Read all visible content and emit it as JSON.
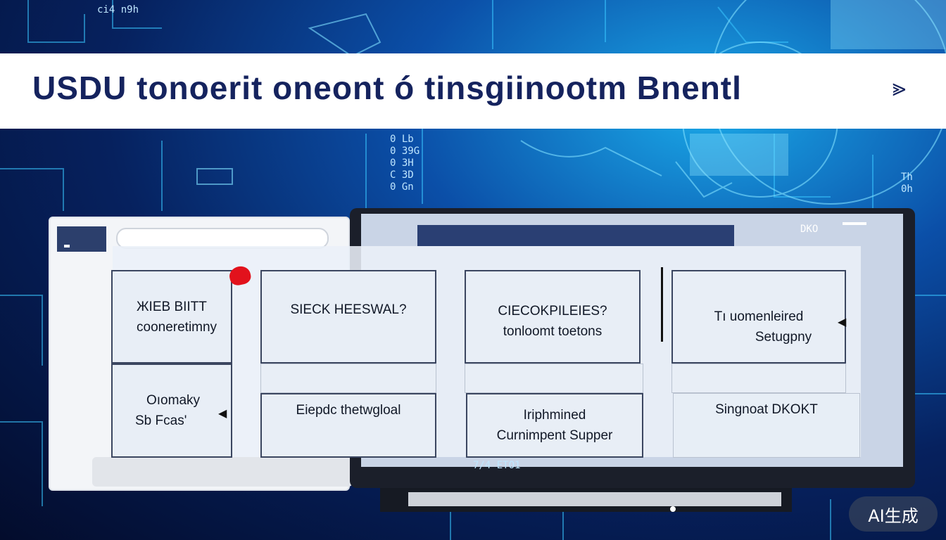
{
  "banner": {
    "title": "USDU tonoerit oneont ó tinsgiinootm Bnentl",
    "mark": "⪢"
  },
  "background_text": {
    "top_left": "ci4 n9h",
    "column": "0 Lb\n0 39G\n0 3H\nC 3D\n0 Gn",
    "right": "Th\n0h",
    "bottom": "7/4 ETO1"
  },
  "monitor": {
    "sub_label": "DKO"
  },
  "cards": {
    "c1": {
      "line1": "ЖIEB ВIITT",
      "line2": "cooneretimny"
    },
    "c2": {
      "line1": "SIECK HEESWAL?"
    },
    "c3": {
      "line1": "CIECOKPILEIES?",
      "line2": "tonloomt toetons"
    },
    "c4": {
      "line1": "Tı uomenleired",
      "line2": "Setugpny"
    },
    "c5": {
      "line1": "Oıomaky",
      "line2": "Sb Fcas'"
    },
    "c6": {
      "line1": "Eiepdc thetwgloal"
    },
    "c7": {
      "line1": "Iriphmined",
      "line2": "Curnimpent Supper"
    },
    "c8": {
      "line1": "Singnoat DKOKT"
    }
  },
  "watermark": {
    "label": "AI生成"
  },
  "colors": {
    "banner_text": "#15235e",
    "card_border": "#3b4660",
    "pin": "#e2121c"
  }
}
